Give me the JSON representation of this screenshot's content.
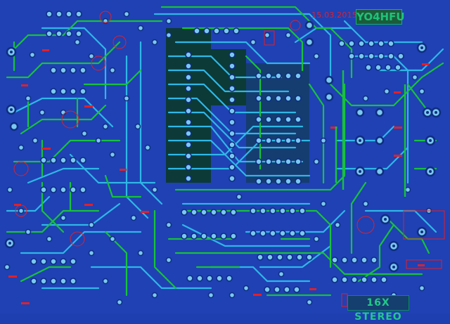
{
  "board": {
    "date": "15.03.2015",
    "callsign": "YO4HFU",
    "title": "16X STEREO"
  },
  "colors": {
    "background": "#1f41b4",
    "trace_green": "#17c23a",
    "trace_cyan": "#2fb7e6",
    "pad_ring": "#7ac8f0",
    "pad_hole": "#0f2d80",
    "silkscreen": "#e0202a",
    "ground_plane": "#0a3d25"
  }
}
